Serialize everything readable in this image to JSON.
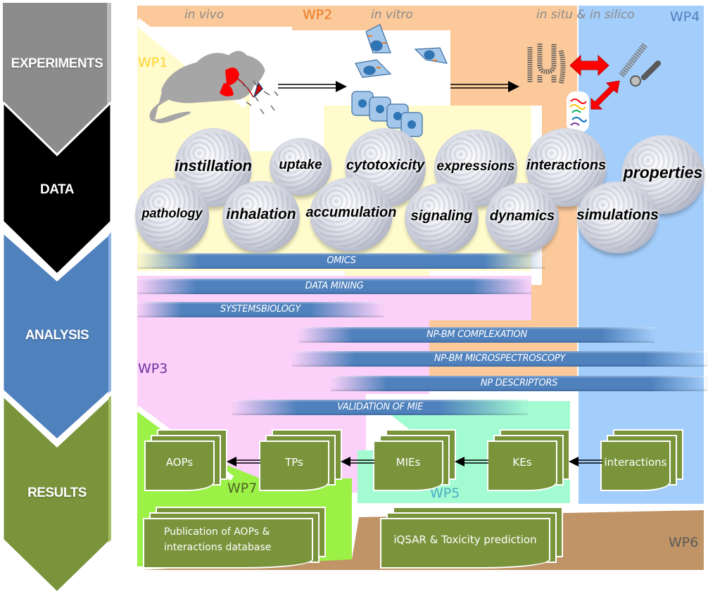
{
  "stages": [
    {
      "label": "EXPERIMENTS",
      "color": "#8c8c8c"
    },
    {
      "label": "DATA",
      "color": "#000000"
    },
    {
      "label": "ANALYSIS",
      "color": "#4f81bd"
    },
    {
      "label": "RESULTS",
      "color": "#7a943c"
    }
  ],
  "work_packages": {
    "wp1": {
      "label": "WP1",
      "color": "#ffff80"
    },
    "wp2": {
      "label": "WP2",
      "color": "#e97a26"
    },
    "wp3": {
      "label": "WP3",
      "color": "#7030a0"
    },
    "wp4": {
      "label": "WP4",
      "color": "#4f81bd"
    },
    "wp5": {
      "label": "WP5",
      "color": "#4bacc6"
    },
    "wp6": {
      "label": "WP6",
      "color": "#595959"
    },
    "wp7": {
      "label": "WP7",
      "color": "#4f6228"
    }
  },
  "conditions": {
    "in_vivo": "in vivo",
    "in_vitro": "in vitro",
    "in_situ_silico": "in situ & in silico"
  },
  "data_items": {
    "row1": [
      "instillation",
      "uptake",
      "cytotoxicity",
      "expressions",
      "interactions",
      "properties"
    ],
    "row2": [
      "pathology",
      "inhalation",
      "accumulation",
      "signaling",
      "dynamics",
      "simulations"
    ]
  },
  "analysis_bars": [
    "OMICS",
    "DATA MINING",
    "SYSTEMSBIOLOGY",
    "NP-BM COMPLEXATION",
    "NP-BM MICROSPECTROSCOPY",
    "NP DESCRIPTORS",
    "VALIDATION OF MIE"
  ],
  "results": {
    "chain": [
      "AOPs",
      "TPs",
      "MIEs",
      "KEs",
      "interactions"
    ],
    "publication": "Publication of AOPs & interactions database",
    "publication_line1": "Publication of AOPs &",
    "publication_line2": "interactions database",
    "iqsar": "iQSAR & Toxicity prediction"
  },
  "icons": [
    "mouse-icon",
    "lung-icon",
    "nanoparticle-cluster-icon",
    "cell-icon",
    "biomembrane-icon",
    "nanotube-icon",
    "protein-icon",
    "double-arrow-icon"
  ]
}
